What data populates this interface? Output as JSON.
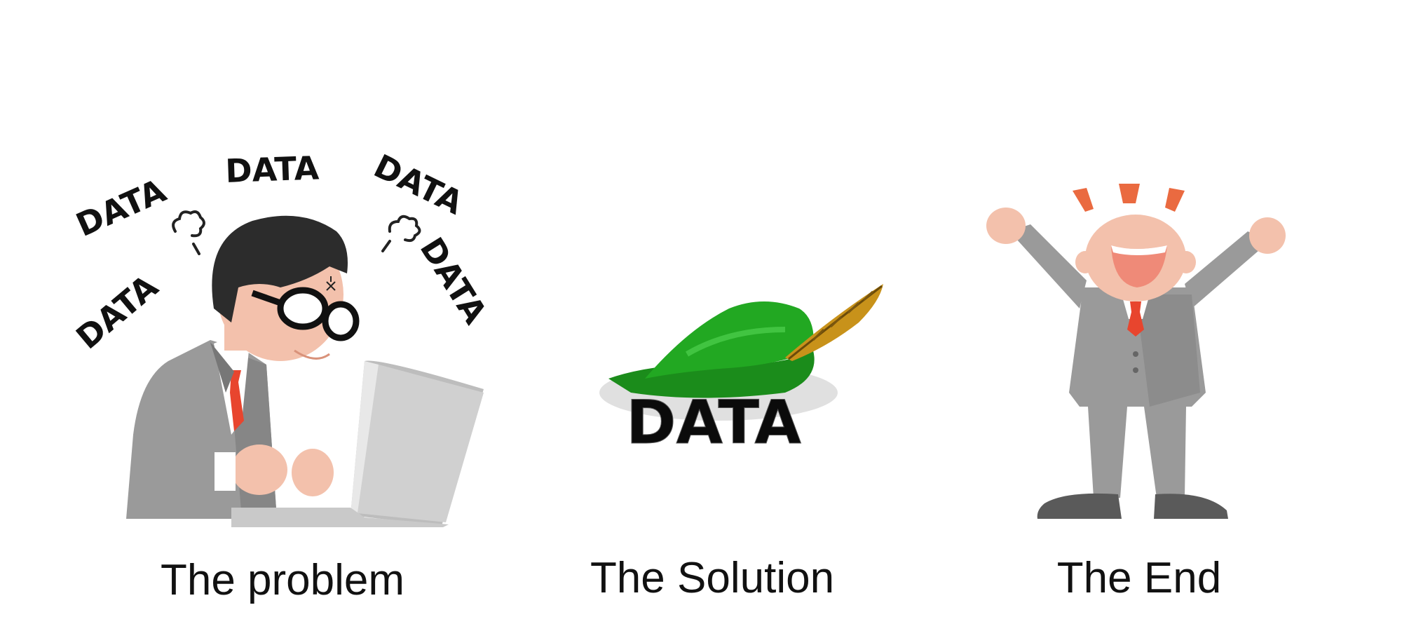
{
  "panels": [
    {
      "caption": "The problem",
      "floating_words": [
        "DATA",
        "DATA",
        "DATA",
        "DATA",
        "DATA"
      ]
    },
    {
      "caption": "The Solution",
      "hat_label": "DATA"
    },
    {
      "caption": "The End"
    }
  ],
  "colors": {
    "suit": "#9a9a9a",
    "suit_dark": "#7f7f7f",
    "skin": "#f3c1ac",
    "tie": "#e8452e",
    "hair": "#2c2c2c",
    "hat_green": "#22a822",
    "feather": "#c8921a",
    "burst": "#ea6a40"
  }
}
